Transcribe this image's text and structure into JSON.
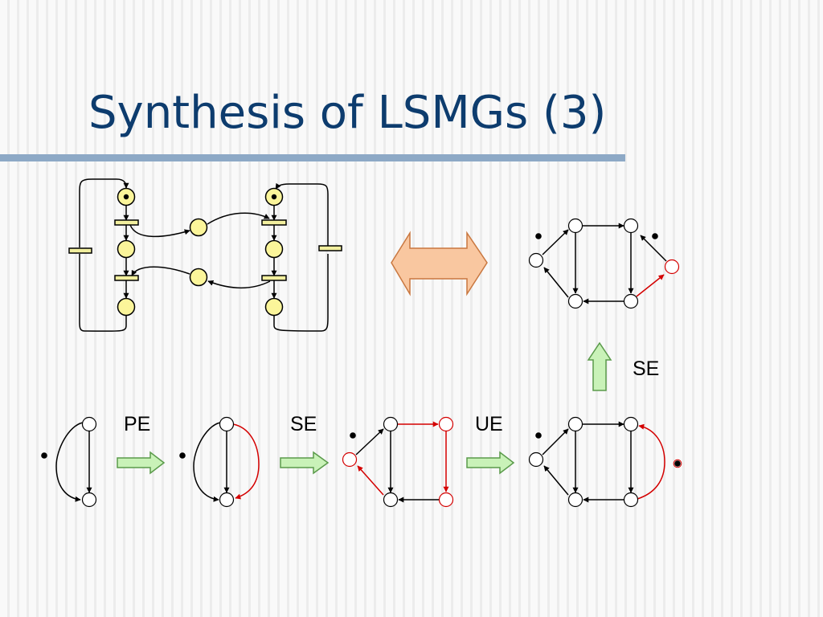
{
  "slide": {
    "title": "Synthesis of LSMGs (3)"
  },
  "arrow_labels": {
    "pe": "PE",
    "se_bottom": "SE",
    "ue": "UE",
    "se_vertical": "SE"
  },
  "colors": {
    "title": "#0d3c6e",
    "title_rule": "#8da9c6",
    "place_fill": "#fbf59a",
    "transition_fill": "#f2ef9e",
    "double_arrow_fill": "#f9c7a0",
    "double_arrow_stroke": "#c9773f",
    "step_arrow_fill": "#c9f2b8",
    "step_arrow_stroke": "#5a9a4a",
    "highlight": "#d40000"
  }
}
